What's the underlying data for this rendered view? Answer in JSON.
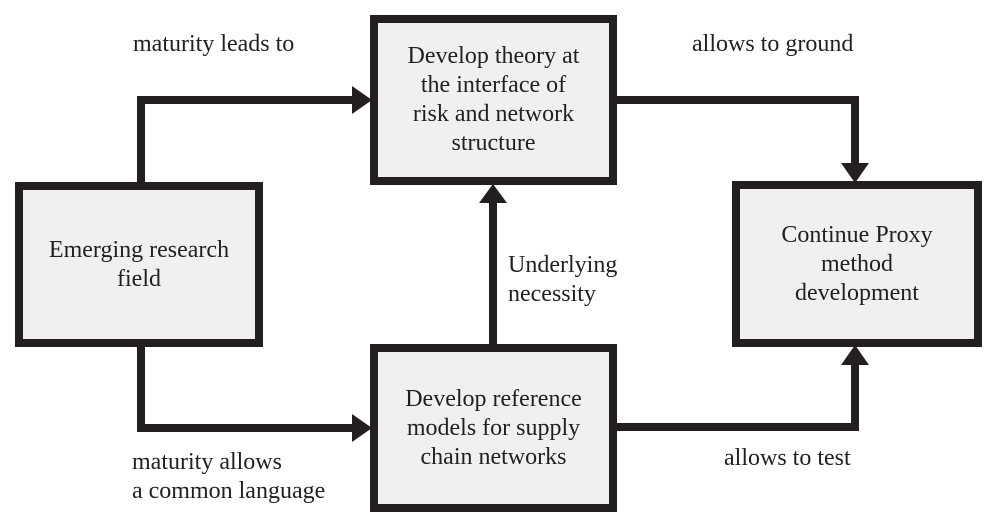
{
  "diagram": {
    "type": "flow-diagram",
    "colors": {
      "box_fill": "#f0f0f0",
      "line": "#231f20",
      "text": "#231f20",
      "background": "#ffffff"
    },
    "nodes": {
      "emerging": {
        "text": "Emerging research field",
        "lines": [
          "Emerging research",
          "field"
        ]
      },
      "theory": {
        "text": "Develop theory at the interface of risk and network structure",
        "lines": [
          "Develop theory at",
          "the interface of",
          "risk and network",
          "structure"
        ]
      },
      "models": {
        "text": "Develop reference models for supply chain networks",
        "lines": [
          "Develop reference",
          "models for supply",
          "chain networks"
        ]
      },
      "proxy": {
        "text": "Continue Proxy method development",
        "lines": [
          "Continue Proxy",
          "method",
          "development"
        ]
      }
    },
    "edges": {
      "maturity_leads": {
        "from": "emerging",
        "to": "theory",
        "label": "maturity leads to"
      },
      "allows_ground": {
        "from": "theory",
        "to": "proxy",
        "label": "allows to ground"
      },
      "underlying_necessity": {
        "from": "models",
        "to": "theory",
        "label": "Underlying necessity",
        "label_lines": [
          "Underlying",
          "necessity"
        ]
      },
      "maturity_allows": {
        "from": "emerging",
        "to": "models",
        "label": "maturity allows a common language",
        "label_lines": [
          "maturity allows",
          "a common language"
        ]
      },
      "allows_test": {
        "from": "models",
        "to": "proxy",
        "label": "allows to test"
      }
    }
  }
}
